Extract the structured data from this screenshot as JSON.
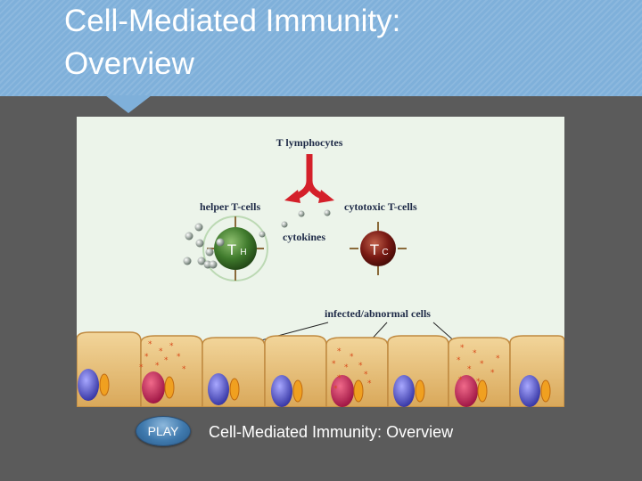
{
  "slide": {
    "title": "Cell-Mediated Immunity:\nOverview",
    "caption": "Cell-Mediated Immunity: Overview",
    "play_label": "PLAY"
  },
  "figure": {
    "labels": {
      "t_lymphocytes": "T lymphocytes",
      "helper": "helper T-cells",
      "cytotoxic": "cytotoxic T-cells",
      "cytokines": "cytokines",
      "infected": "infected/abnormal cells",
      "th_letter": "T",
      "th_sub": "H",
      "tc_letter": "T",
      "tc_sub": "C"
    }
  },
  "colors": {
    "header": "#7fb0da",
    "background": "#5b5b5b",
    "figure_bg": "#ecf4ea",
    "arrow": "#d4202a",
    "helper_cell": "#3f7a2c",
    "cytotoxic_cell": "#7a1a14"
  }
}
